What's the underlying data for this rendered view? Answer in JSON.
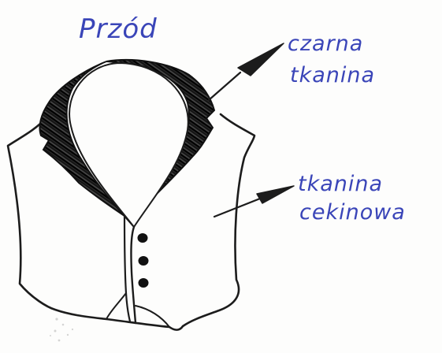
{
  "title": "Przód",
  "labels": {
    "upper": {
      "line1": "czarna",
      "line2": "tkanina"
    },
    "lower": {
      "line1": "tkanina",
      "line2": "cekinowa"
    }
  },
  "ink_colors": {
    "pencil": "#1c1c1c",
    "pen": "#3a45b8"
  },
  "button_count": 3
}
